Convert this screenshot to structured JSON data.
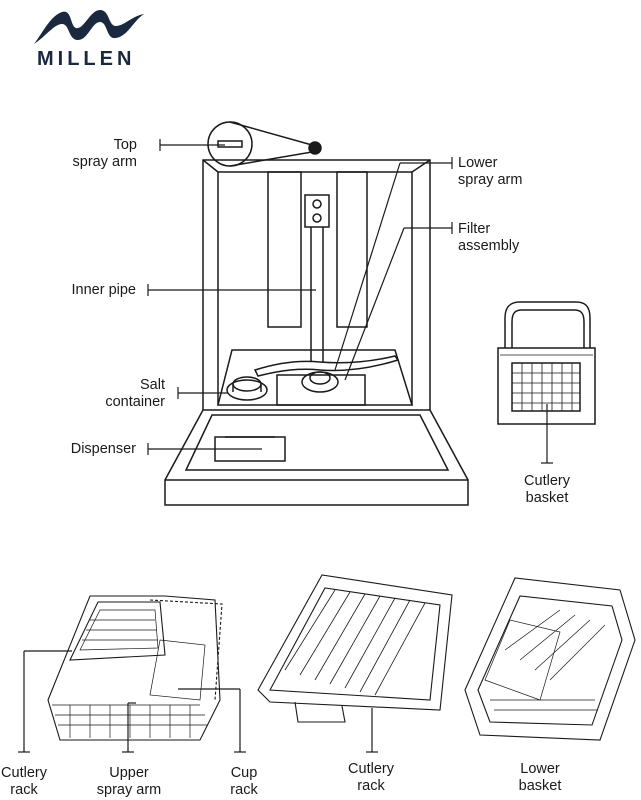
{
  "brand": {
    "name": "MILLEN",
    "color": "#1b2940"
  },
  "labels": {
    "top_spray_arm": [
      "Top",
      "spray arm"
    ],
    "inner_pipe": "Inner pipe",
    "salt_container": [
      "Salt",
      "container"
    ],
    "dispenser": "Dispenser",
    "lower_spray_arm": [
      "Lower",
      "spray arm"
    ],
    "filter_assembly": [
      "Filter",
      "assembly"
    ],
    "cutlery_basket": [
      "Cutlery",
      "basket"
    ],
    "cutlery_rack_left": [
      "Cutlery",
      "rack"
    ],
    "upper_spray_arm": [
      "Upper",
      "spray arm"
    ],
    "cup_rack": [
      "Cup",
      "rack"
    ],
    "cutlery_rack_mid": [
      "Cutlery",
      "rack"
    ],
    "lower_basket": [
      "Lower",
      "basket"
    ]
  }
}
